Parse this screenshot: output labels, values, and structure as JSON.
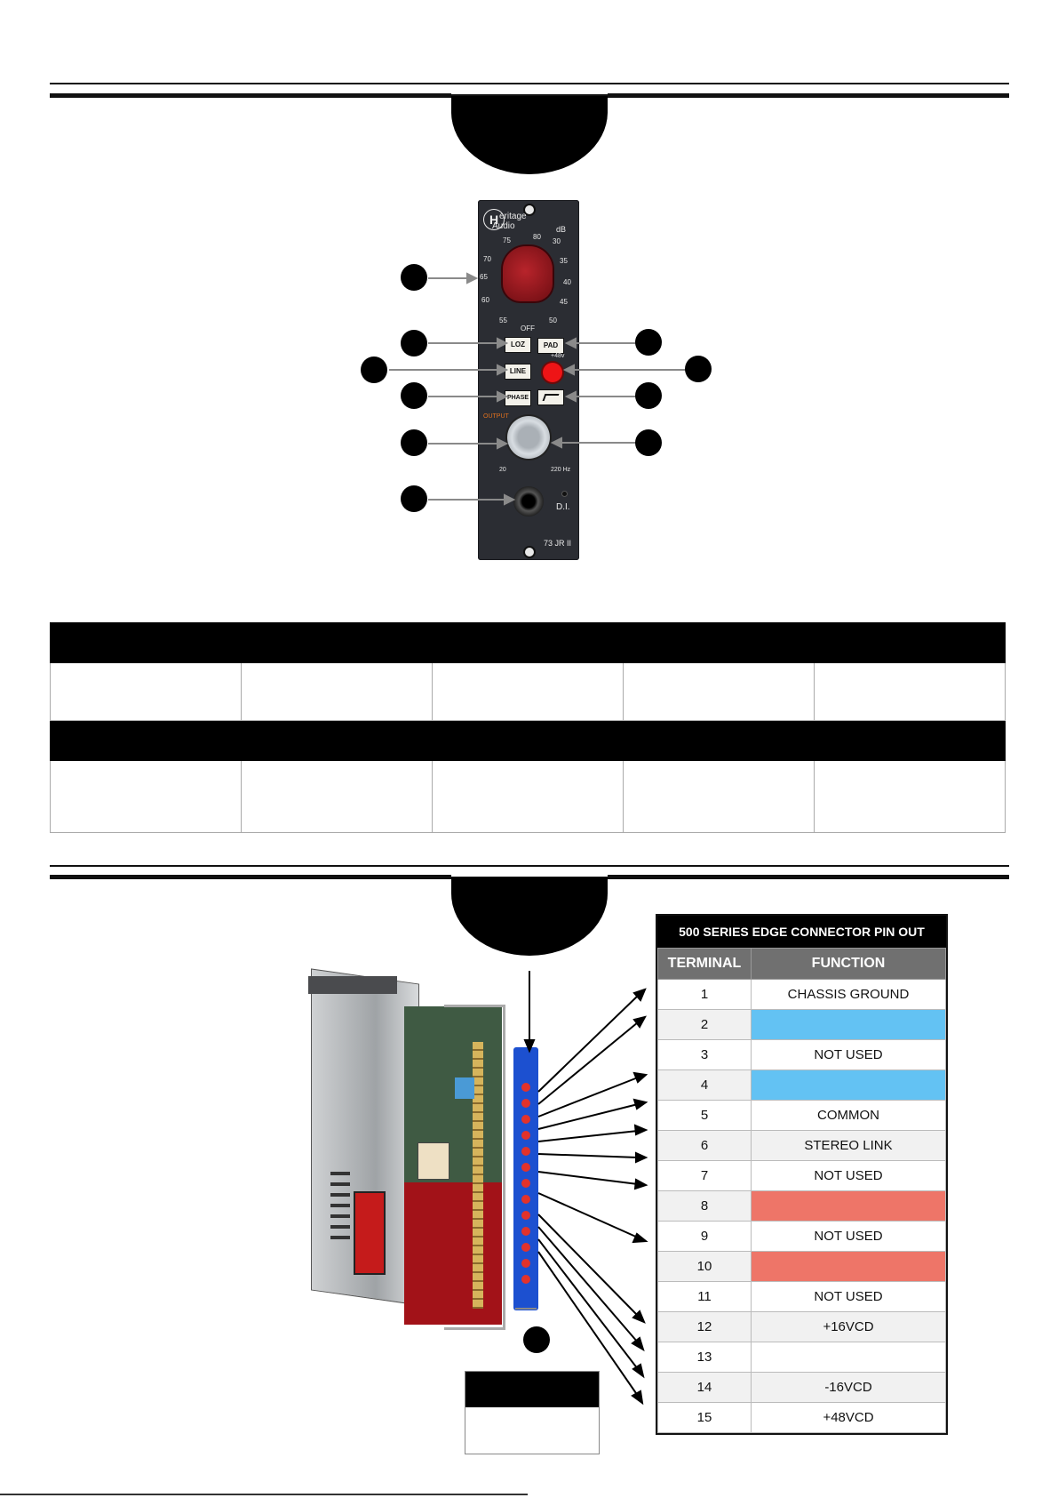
{
  "panel": {
    "brand_line1": "eritage",
    "brand_line2": "Audio",
    "brand_mark": "H",
    "gain_unit": "dB",
    "gain_scale": [
      "80",
      "75",
      "70",
      "65",
      "60",
      "55",
      "OFF",
      "50",
      "45",
      "40",
      "35",
      "30"
    ],
    "buttons": {
      "loz": "LOZ",
      "pad": "PAD",
      "line": "LINE",
      "phase": "PHASE"
    },
    "phantom_label": "+48v",
    "output_label": "OUTPUT",
    "hpf_low": "20",
    "hpf_high": "220 Hz",
    "di_label": "D.I.",
    "model": "73 JR II"
  },
  "pinout": {
    "title": "500 SERIES EDGE CONNECTOR PIN OUT",
    "headers": {
      "terminal": "TERMINAL",
      "function": "FUNCTION"
    },
    "rows": [
      {
        "terminal": "1",
        "function": "CHASSIS GROUND",
        "style": ""
      },
      {
        "terminal": "2",
        "function": "",
        "style": "blue"
      },
      {
        "terminal": "3",
        "function": "NOT USED",
        "style": ""
      },
      {
        "terminal": "4",
        "function": "",
        "style": "blue"
      },
      {
        "terminal": "5",
        "function": "COMMON",
        "style": ""
      },
      {
        "terminal": "6",
        "function": "STEREO LINK",
        "style": ""
      },
      {
        "terminal": "7",
        "function": "NOT USED",
        "style": ""
      },
      {
        "terminal": "8",
        "function": "",
        "style": "salmon"
      },
      {
        "terminal": "9",
        "function": "NOT USED",
        "style": ""
      },
      {
        "terminal": "10",
        "function": "",
        "style": "salmon"
      },
      {
        "terminal": "11",
        "function": "NOT USED",
        "style": ""
      },
      {
        "terminal": "12",
        "function": "+16VCD",
        "style": ""
      },
      {
        "terminal": "13",
        "function": "",
        "style": ""
      },
      {
        "terminal": "14",
        "function": "-16VCD",
        "style": ""
      },
      {
        "terminal": "15",
        "function": "+48VCD",
        "style": ""
      }
    ]
  },
  "colors": {
    "black": "#000000",
    "panel": "#2b2d33",
    "gain_knob": "#b8242b",
    "phantom_led": "#ee1416",
    "pin_blue": "#63c2f3",
    "pin_salmon": "#ee7568",
    "connector_blue": "#1c50d0",
    "output_orange": "#e0701e"
  }
}
